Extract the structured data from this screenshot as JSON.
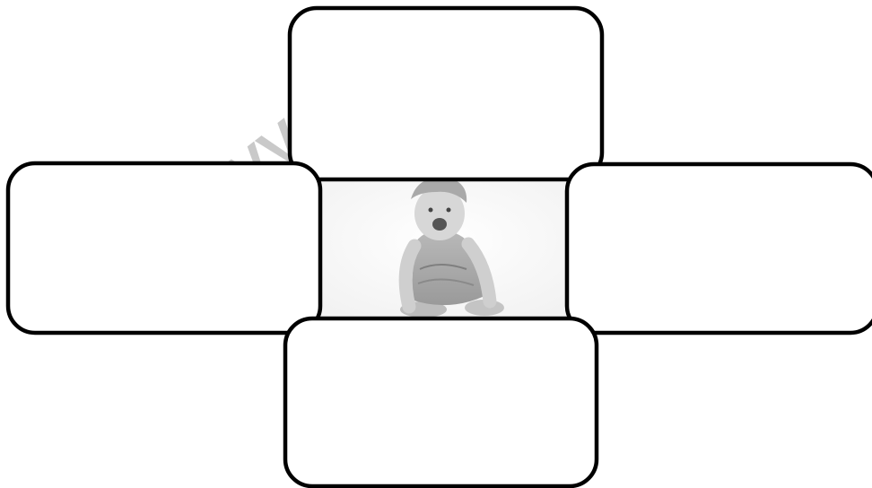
{
  "diagram": {
    "center_image": {
      "subject": "photo-of-laughing-baby",
      "style": "black-and-white"
    },
    "boxes": [
      {
        "position": "top",
        "text": ""
      },
      {
        "position": "left",
        "text": ""
      },
      {
        "position": "right",
        "text": ""
      },
      {
        "position": "bottom",
        "text": ""
      }
    ],
    "watermark": {
      "text": "VV",
      "color": "#c9c9c9"
    }
  }
}
